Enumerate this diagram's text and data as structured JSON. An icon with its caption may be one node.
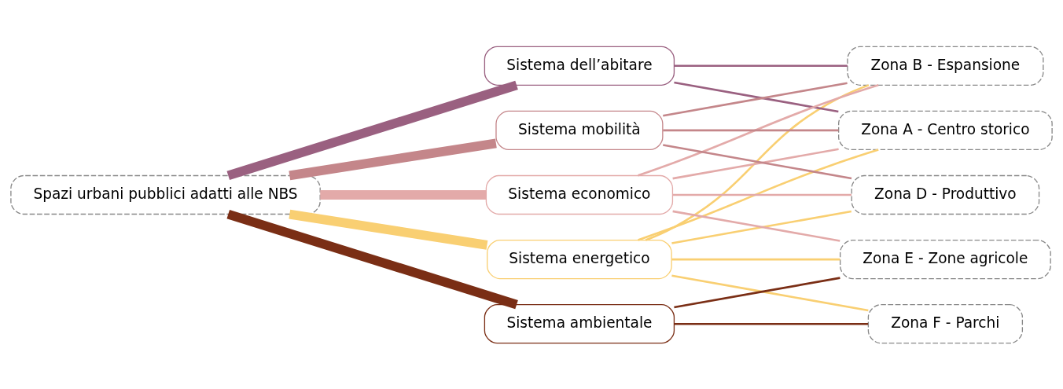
{
  "diagram": {
    "nodes": [
      {
        "text": [
          "Spazi urbani pubblici adatti alle NBS"
        ]
      },
      {
        "text": [
          "Sistema energetico"
        ]
      },
      {
        "text": [
          "Sistema dell’abitare"
        ]
      },
      {
        "text": [
          "Sistema economico"
        ]
      },
      {
        "text": [
          "Sistema ambientale"
        ]
      },
      {
        "text": [
          "Sistema mobilità"
        ]
      },
      {
        "text": [
          "Zona A - Centro storico"
        ]
      },
      {
        "text": [
          "Zona B - Espansione"
        ]
      },
      {
        "text": [
          "Zona D - Produttivo"
        ]
      },
      {
        "text": [
          "Zona E - Zone agricole"
        ]
      },
      {
        "text": [
          "Zona F - Parchi"
        ]
      }
    ],
    "edges": [
      {
        "from": 0,
        "to": 1,
        "arrow": "none",
        "style": "thick",
        "color": "#f9cf72"
      },
      {
        "from": 0,
        "to": 2,
        "arrow": "none",
        "style": "thick",
        "color": "#9a6080"
      },
      {
        "from": 0,
        "to": 3,
        "arrow": "none",
        "style": "thick",
        "color": "#e3aaa9"
      },
      {
        "from": 0,
        "to": 4,
        "arrow": "none",
        "style": "thick",
        "color": "#7a2e15"
      },
      {
        "from": 0,
        "to": 5,
        "arrow": "none",
        "style": "thick",
        "color": "#c4868a"
      },
      {
        "from": 1,
        "to": 6,
        "arrow": "none",
        "color": "#f9cf72"
      },
      {
        "from": 1,
        "to": 7,
        "arrow": "none",
        "color": "#f9cf72"
      },
      {
        "from": 1,
        "to": 8,
        "arrow": "none",
        "color": "#f9cf72"
      },
      {
        "from": 1,
        "to": 9,
        "arrow": "none",
        "color": "#f9cf72"
      },
      {
        "from": 1,
        "to": 10,
        "arrow": "none",
        "color": "#f9cf72"
      },
      {
        "from": 2,
        "to": 6,
        "arrow": "none",
        "color": "#9a6080"
      },
      {
        "from": 2,
        "to": 7,
        "arrow": "none",
        "color": "#9a6080"
      },
      {
        "from": 3,
        "to": 6,
        "arrow": "none",
        "color": "#e3aaa9"
      },
      {
        "from": 3,
        "to": 7,
        "arrow": "none",
        "color": "#e3aaa9"
      },
      {
        "from": 3,
        "to": 8,
        "arrow": "none",
        "color": "#e3aaa9"
      },
      {
        "from": 3,
        "to": 9,
        "arrow": "none",
        "color": "#e3aaa9"
      },
      {
        "from": 4,
        "to": 9,
        "arrow": "none",
        "color": "#7a2e15"
      },
      {
        "from": 4,
        "to": 10,
        "arrow": "none",
        "color": "#7a2e15"
      },
      {
        "from": 5,
        "to": 6,
        "arrow": "none",
        "color": "#c4868a"
      },
      {
        "from": 5,
        "to": 7,
        "arrow": "none",
        "color": "#c4868a"
      },
      {
        "from": 5,
        "to": 8,
        "arrow": "none",
        "color": "#c4868a"
      }
    ]
  }
}
